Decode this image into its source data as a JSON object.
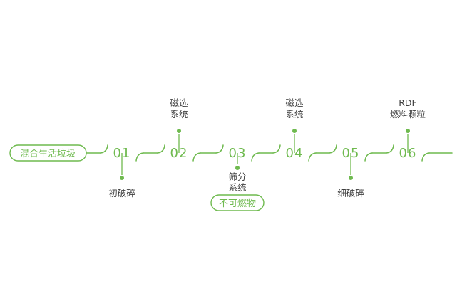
{
  "colors": {
    "accent_green": "#6fba4f",
    "label_text": "#3f3f3f",
    "background": "#ffffff"
  },
  "start_badge": {
    "label": "混合生活垃圾"
  },
  "steps": [
    {
      "number": "01",
      "side": "below",
      "lines": [
        "初破碎"
      ]
    },
    {
      "number": "02",
      "side": "above",
      "lines": [
        "磁选",
        "系统"
      ]
    },
    {
      "number": "03",
      "side": "below",
      "lines": [
        "筛分",
        "系统"
      ],
      "badge": "不可燃物"
    },
    {
      "number": "04",
      "side": "above",
      "lines": [
        "磁选",
        "系统"
      ]
    },
    {
      "number": "05",
      "side": "below",
      "lines": [
        "细破碎"
      ]
    },
    {
      "number": "06",
      "side": "above",
      "lines": [
        "RDF",
        "燃料颗粒"
      ]
    }
  ]
}
